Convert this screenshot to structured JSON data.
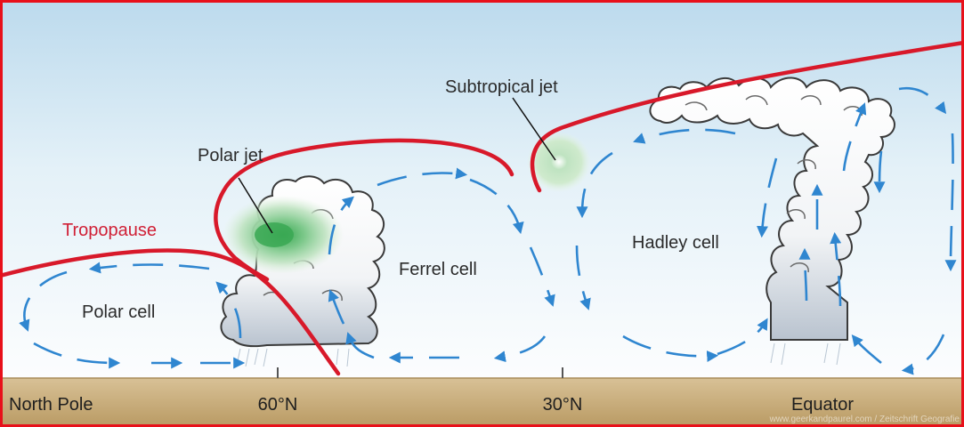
{
  "labels": {
    "tropopause": "Tropopause",
    "polar_jet": "Polar jet",
    "subtropical_jet": "Subtropical jet",
    "polar_cell": "Polar cell",
    "ferrel_cell": "Ferrel cell",
    "hadley_cell": "Hadley cell"
  },
  "axis": {
    "north_pole": "North Pole",
    "lat_60": "60°N",
    "lat_30": "30°N",
    "equator": "Equator"
  },
  "watermark": "www.geerkandpaurel.com / Zeitschrift Geografie",
  "colors": {
    "frame": "#e8101a",
    "tropopause": "#d8192a",
    "arrows": "#2f86d0",
    "ground": "#c8ad7c",
    "jet": "#3aa853",
    "sky_top": "#bfdcee",
    "sky_bottom": "#fbfdfe"
  }
}
